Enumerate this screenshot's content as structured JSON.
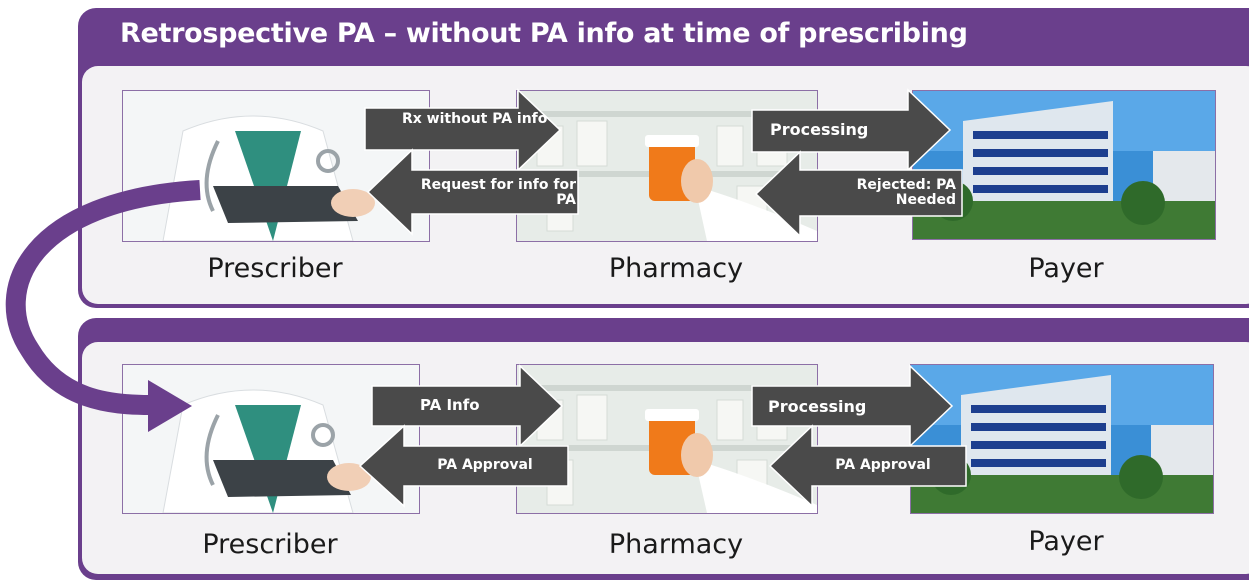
{
  "top_panel": {
    "title": "Retrospective PA – without PA info at time of prescribing",
    "roles": {
      "prescriber": "Prescriber",
      "pharmacy": "Pharmacy",
      "payer": "Payer"
    },
    "arrows": {
      "rx_without": "Rx without  PA info",
      "request_info": "Request for info for PA",
      "processing": "Processing",
      "rejected": "Rejected: PA Needed"
    }
  },
  "bottom_panel": {
    "roles": {
      "prescriber": "Prescriber",
      "pharmacy": "Pharmacy",
      "payer": "Payer"
    },
    "arrows": {
      "pa_info": "PA Info",
      "pa_approval_left": "PA Approval",
      "processing": "Processing",
      "pa_approval_right": "PA Approval"
    }
  },
  "colors": {
    "brand_purple": "#6a3f8c",
    "arrow_gray": "#4a4a4a",
    "panel_bg": "#f3f2f4"
  },
  "images": [
    "doctor-with-tablet",
    "pharmacist-holding-pill-bottle",
    "office-building"
  ]
}
